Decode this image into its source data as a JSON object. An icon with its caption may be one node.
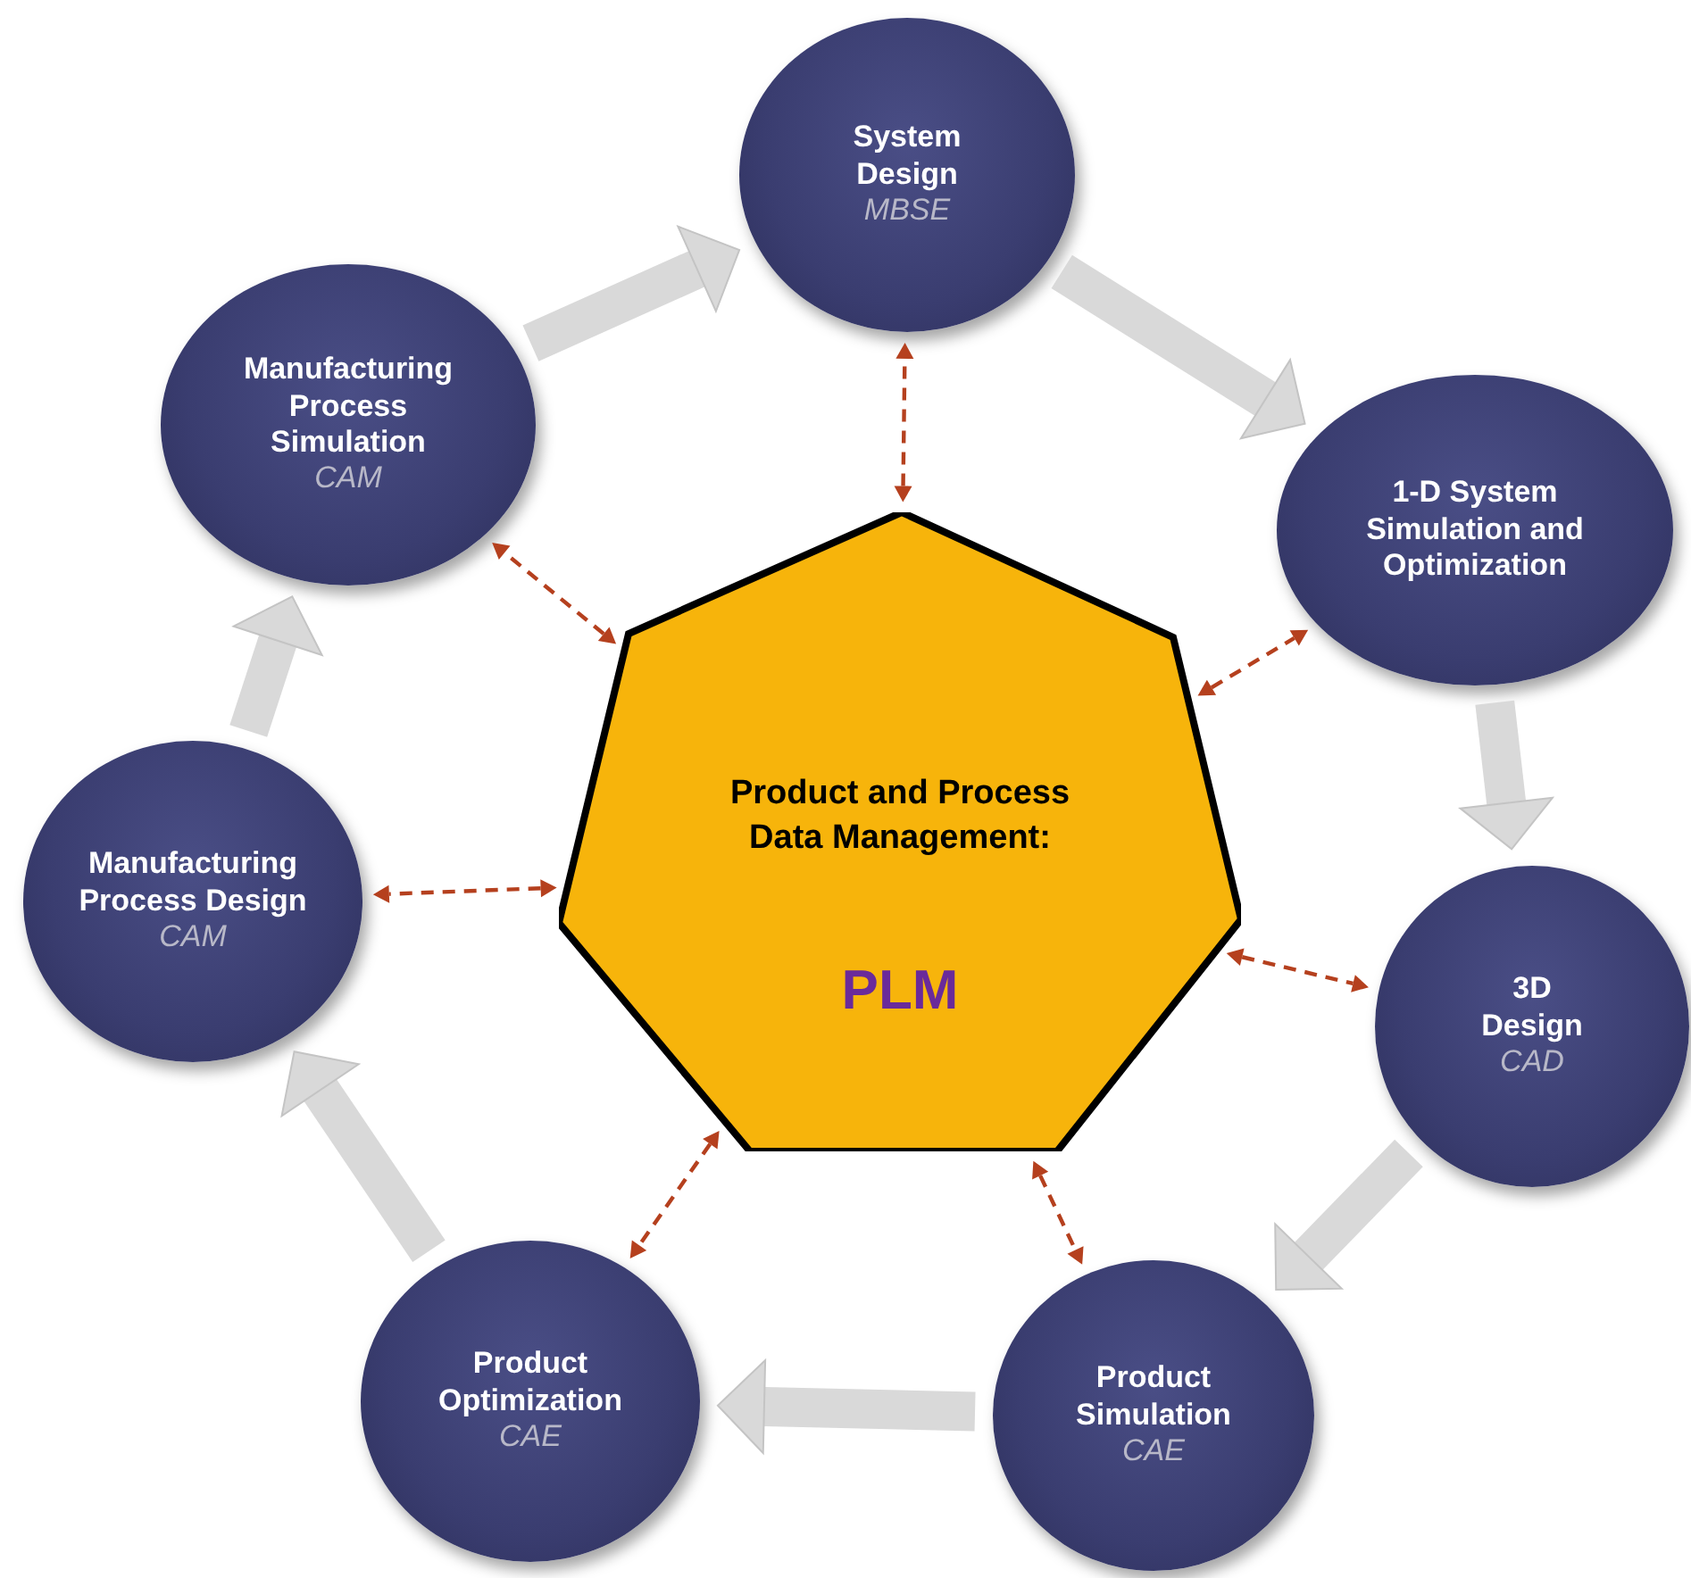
{
  "diagram": {
    "nodes": [
      {
        "text": [
          "Product and Process Data Management:",
          "PLM"
        ]
      },
      {
        "text": [
          "System Design",
          "MBSE"
        ]
      },
      {
        "text": [
          "1-D System Simulation and Optimization"
        ]
      },
      {
        "text": [
          "3D Design",
          "CAD"
        ]
      },
      {
        "text": [
          "Product Simulation",
          "CAE"
        ]
      },
      {
        "text": [
          "Product Optimization",
          "CAE"
        ]
      },
      {
        "text": [
          "Manufacturing Process Design",
          "CAM"
        ]
      },
      {
        "text": [
          "Manufacturing Process Simulation",
          "CAM"
        ]
      }
    ],
    "edges": [
      {
        "from": 1,
        "to": 2,
        "arrow": "to",
        "style": "thick",
        "color": "#d9d9d9"
      },
      {
        "from": 2,
        "to": 3,
        "arrow": "to",
        "style": "thick",
        "color": "#d9d9d9"
      },
      {
        "from": 3,
        "to": 4,
        "arrow": "to",
        "style": "thick",
        "color": "#d9d9d9"
      },
      {
        "from": 4,
        "to": 5,
        "arrow": "to",
        "style": "thick",
        "color": "#d9d9d9"
      },
      {
        "from": 5,
        "to": 6,
        "arrow": "to",
        "style": "thick",
        "color": "#d9d9d9"
      },
      {
        "from": 6,
        "to": 7,
        "arrow": "to",
        "style": "thick",
        "color": "#d9d9d9"
      },
      {
        "from": 7,
        "to": 1,
        "arrow": "to",
        "style": "thick",
        "color": "#d9d9d9"
      },
      {
        "from": 0,
        "to": 1,
        "arrow": "both",
        "style": "dashed",
        "color": "#b5401e"
      },
      {
        "from": 0,
        "to": 2,
        "arrow": "both",
        "style": "dashed",
        "color": "#b5401e"
      },
      {
        "from": 0,
        "to": 3,
        "arrow": "both",
        "style": "dashed",
        "color": "#b5401e"
      },
      {
        "from": 0,
        "to": 4,
        "arrow": "both",
        "style": "dashed",
        "color": "#b5401e"
      },
      {
        "from": 0,
        "to": 5,
        "arrow": "both",
        "style": "dashed",
        "color": "#b5401e"
      },
      {
        "from": 0,
        "to": 6,
        "arrow": "both",
        "style": "dashed",
        "color": "#b5401e"
      },
      {
        "from": 0,
        "to": 7,
        "arrow": "both",
        "style": "dashed",
        "color": "#b5401e"
      }
    ]
  }
}
